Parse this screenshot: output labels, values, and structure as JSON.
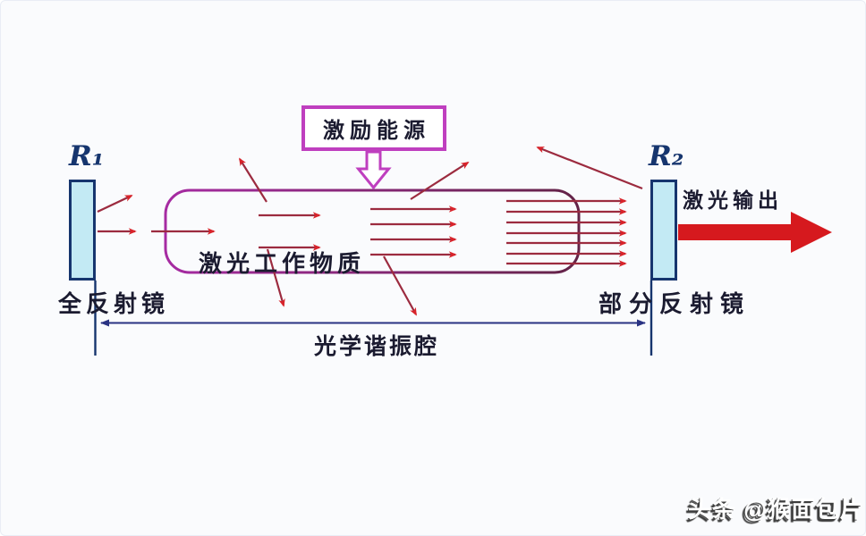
{
  "colors": {
    "bg": "#fafbfd",
    "box-border": "#bf3fbf",
    "tube-border-left": "#a62ba2",
    "tube-border-right": "#632347",
    "mirror-fill": "#c3eaf4",
    "mirror-border": "#16356e",
    "label": "#1b1b30",
    "arrow-line": "#9c2b3f",
    "arrow-head": "#d8232a",
    "output-arrow": "#d6191e",
    "dim-line": "#2a3383",
    "watermark-color": "#ffffff"
  },
  "diagram": {
    "pump_label": "激励能源",
    "gain_label": "激光工作物质",
    "r1": "R₁",
    "r2": "R₂",
    "left_mirror_label": "全反射镜",
    "right_mirror_label": "部分反射镜",
    "cavity_label": "光学谐振腔",
    "output_label": "激光输出"
  },
  "watermark": {
    "text": "头条 @猴面包片"
  }
}
